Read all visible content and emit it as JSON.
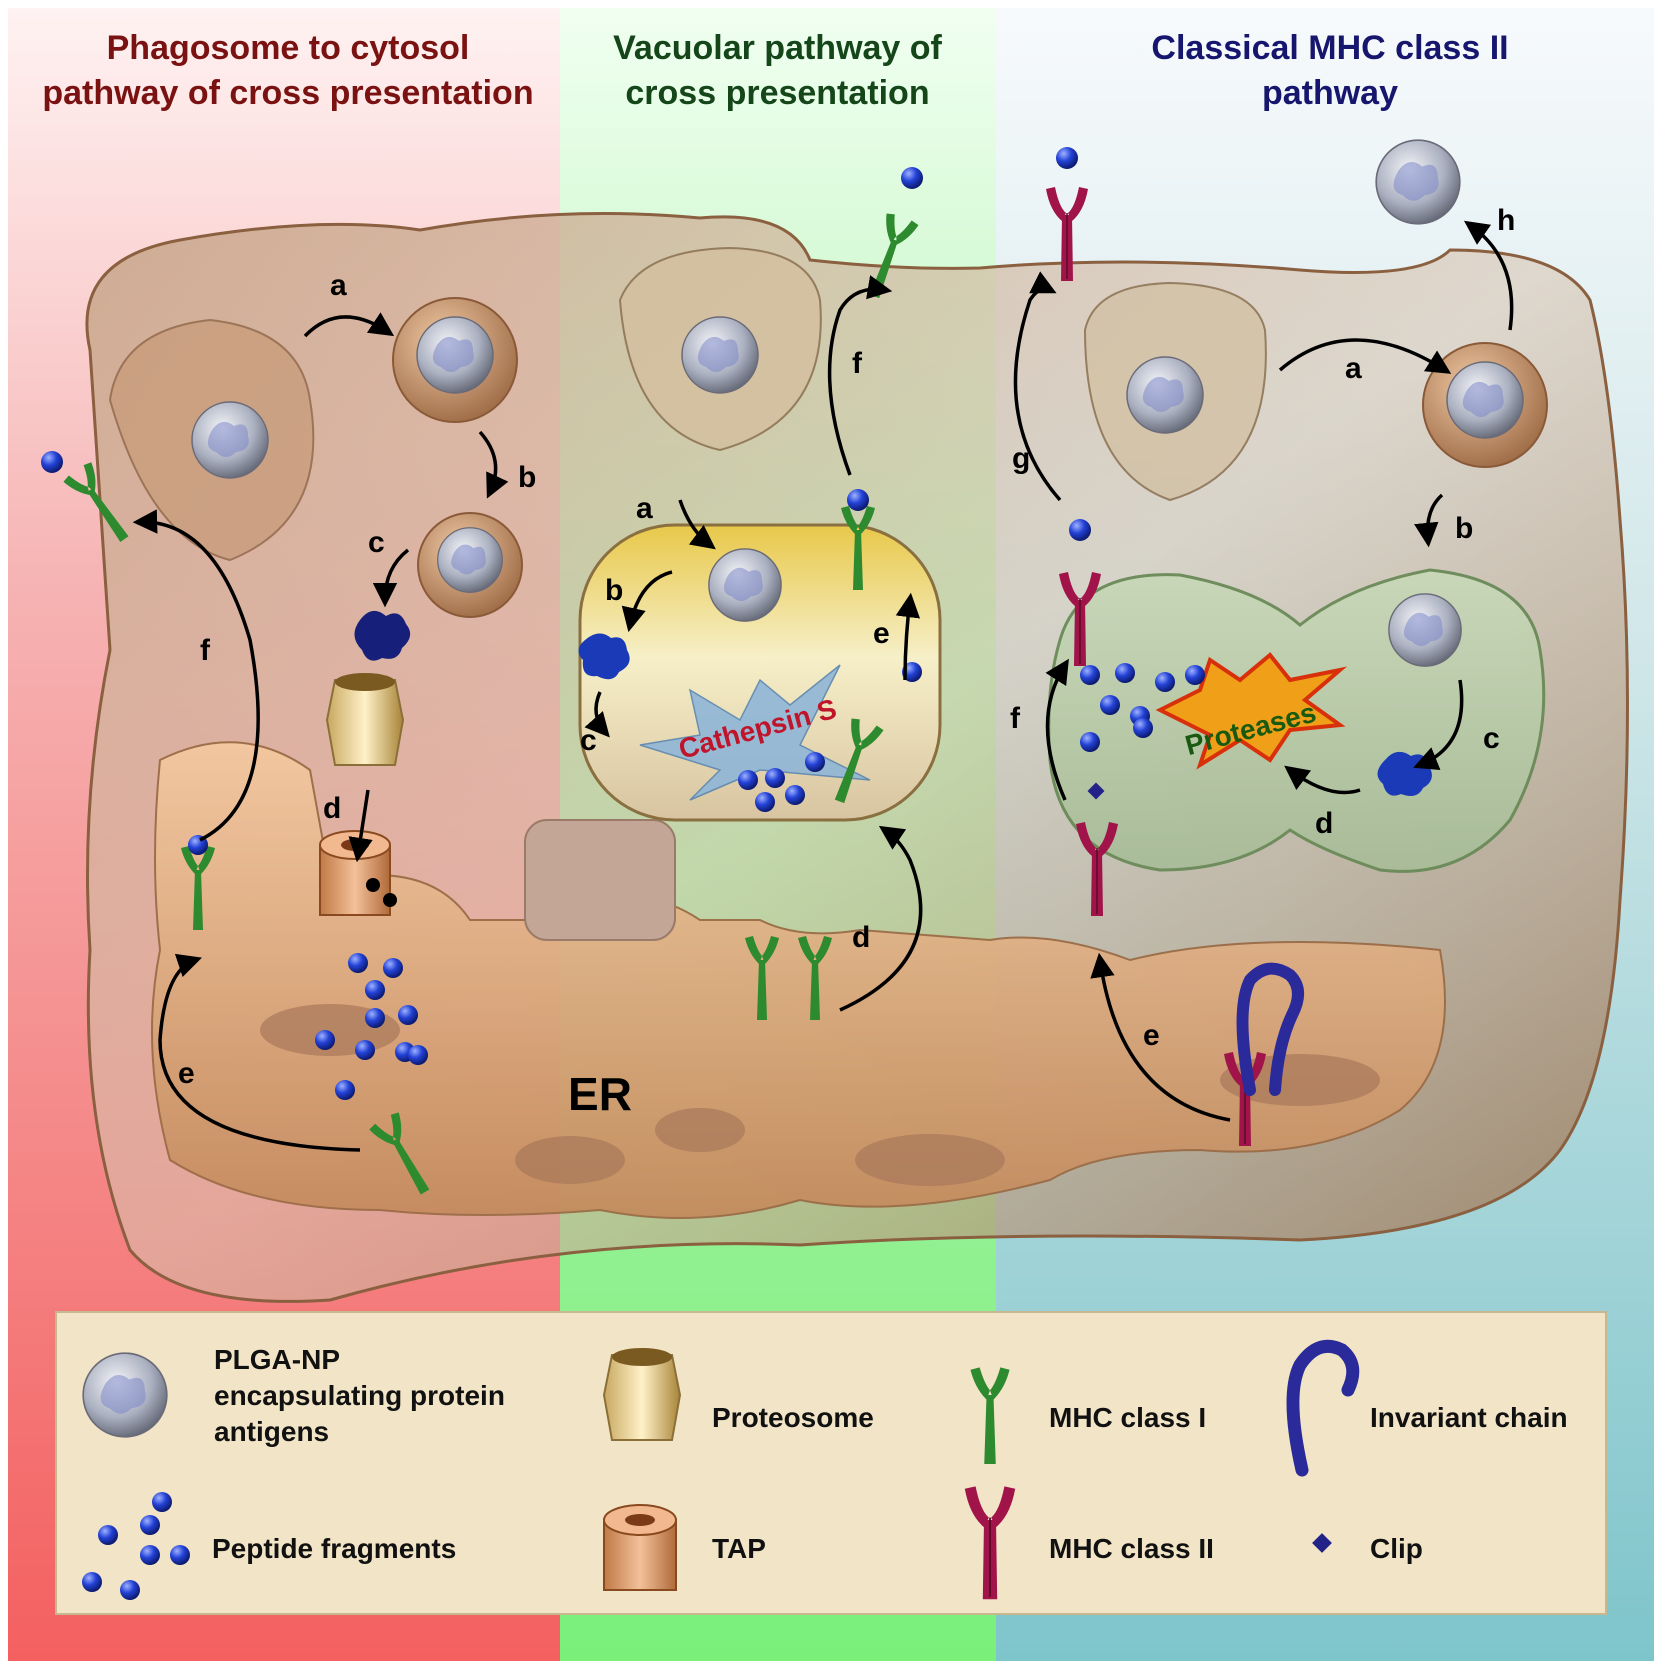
{
  "panels": {
    "left_title_line1": "Phagosome to cytosol",
    "left_title_line2": "pathway of cross presentation",
    "middle_title_line1": "Vacuolar pathway of",
    "middle_title_line2": "cross presentation",
    "right_title_line1": "Classical MHC class II",
    "right_title_line2": "pathway"
  },
  "colors": {
    "left_bg": "#f4a0a0",
    "middle_bg": "#a6eea6",
    "right_bg": "#9fd0d4",
    "mhc1": "#2e8a2e",
    "mhc2": "#a0144a",
    "peptide": "#1e3fd0",
    "invariant_chain": "#2a2a9a",
    "cell": "#b08060",
    "arrow": "#000000"
  },
  "steps": {
    "left": [
      "a",
      "b",
      "c",
      "d",
      "e",
      "f"
    ],
    "middle": [
      "a",
      "b",
      "c",
      "d",
      "e",
      "f"
    ],
    "right": [
      "a",
      "b",
      "c",
      "d",
      "e",
      "f",
      "g",
      "h"
    ]
  },
  "labels": {
    "er": "ER",
    "cathepsin": "Cathepsin S",
    "proteases": "Proteases"
  },
  "legend": {
    "plga_line1": "PLGA-NP",
    "plga_line2": "encapsulating protein",
    "plga_line3": "antigens",
    "proteosome": "Proteosome",
    "mhc1": "MHC class I",
    "invariant": "Invariant chain",
    "peptide": "Peptide fragments",
    "tap": "TAP",
    "mhc2": "MHC class II",
    "clip": "Clip"
  }
}
